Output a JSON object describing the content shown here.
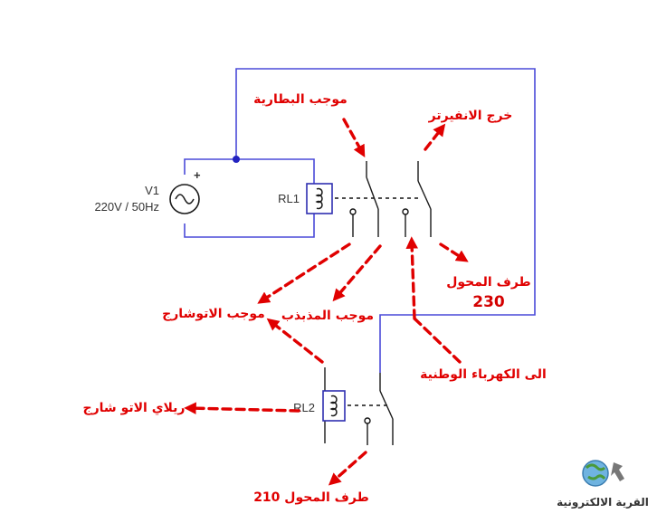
{
  "source": {
    "name": "V1",
    "rating": "220V / 50Hz",
    "polarity": "+"
  },
  "relays": {
    "rl1": "RL1",
    "rl2": "RL2"
  },
  "labels": {
    "battery_positive": "موجب البطارية",
    "inverter_output": "خرج الانفيرتر",
    "transformer_terminal_230": "طرف المحول",
    "value_230": "230",
    "oscillator_positive": "موجب المذبذب",
    "auto_charge_positive": "موجب الاتوشارج",
    "mains": "الى الكهرباء الوطنية",
    "auto_charge_relay": "ريلاي الاتو شارج",
    "transformer_terminal_210": "طرف المحول 210"
  },
  "logo": {
    "text": "القرية الالكترونية"
  },
  "colors": {
    "wire": "#4a4ad8",
    "arrow": "#e00000",
    "component": "#1a1a1a"
  }
}
